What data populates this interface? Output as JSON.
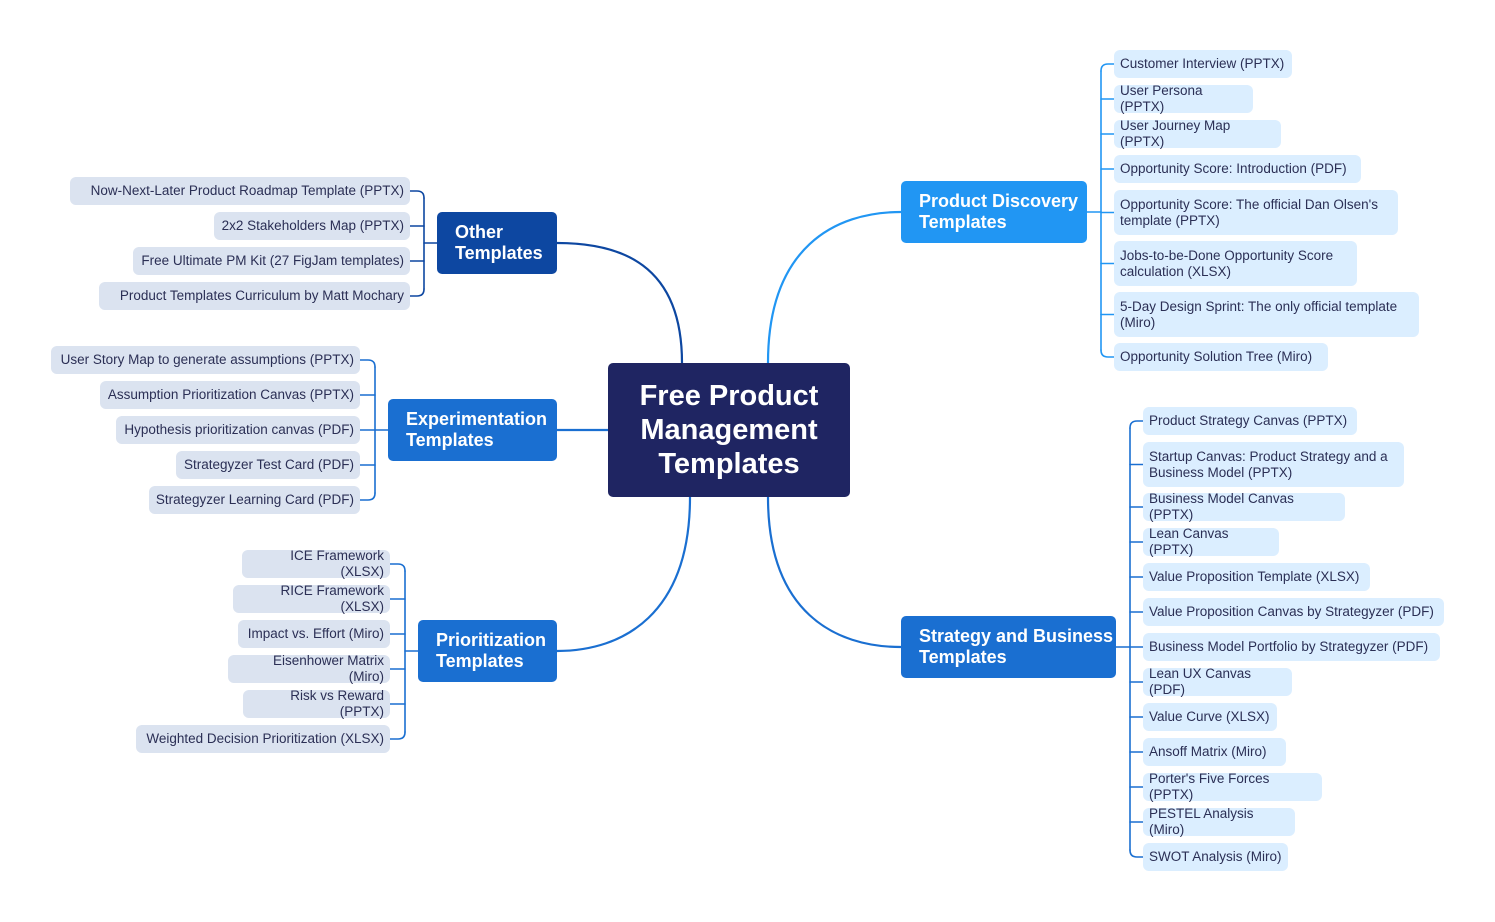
{
  "root": {
    "title": "Free Product\nManagement\nTemplates"
  },
  "colors": {
    "root": "#1f2562",
    "other": "#0d47a1",
    "medium": "#1a6fd1",
    "light": "#2196f3",
    "leaf_left": "#dbe3f0",
    "leaf_right": "#dbeeff"
  },
  "branches": [
    {
      "label": "Other\nTemplates",
      "items": [
        "Now-Next-Later Product Roadmap Template (PPTX)",
        "2x2 Stakeholders Map (PPTX)",
        "Free Ultimate PM Kit (27 FigJam templates)",
        "Product Templates Curriculum by Matt Mochary"
      ]
    },
    {
      "label": "Experimentation\nTemplates",
      "items": [
        "User Story Map to generate assumptions (PPTX)",
        "Assumption Prioritization Canvas (PPTX)",
        "Hypothesis prioritization canvas (PDF)",
        "Strategyzer Test Card (PDF)",
        "Strategyzer Learning Card (PDF)"
      ]
    },
    {
      "label": "Prioritization\nTemplates",
      "items": [
        "ICE Framework (XLSX)",
        "RICE Framework (XLSX)",
        "Impact vs. Effort (Miro)",
        "Eisenhower Matrix (Miro)",
        "Risk vs Reward (PPTX)",
        "Weighted Decision Prioritization (XLSX)"
      ]
    },
    {
      "label": "Product Discovery\nTemplates",
      "items": [
        "Customer Interview (PPTX)",
        "User Persona (PPTX)",
        "User Journey Map (PPTX)",
        "Opportunity Score: Introduction (PDF)",
        "Opportunity Score: The official Dan Olsen's\ntemplate (PPTX)",
        "Jobs-to-be-Done Opportunity Score\ncalculation (XLSX)",
        "5-Day Design Sprint: The only official template\n(Miro)",
        "Opportunity Solution Tree (Miro)"
      ]
    },
    {
      "label": "Strategy and Business\nTemplates",
      "items": [
        "Product Strategy Canvas (PPTX)",
        "Startup Canvas: Product Strategy and a\nBusiness Model (PPTX)",
        "Business Model Canvas (PPTX)",
        "Lean Canvas (PPTX)",
        "Value Proposition Template (XLSX)",
        "Value Proposition Canvas by Strategyzer (PDF)",
        "Business Model Portfolio by Strategyzer (PDF)",
        "Lean UX Canvas (PDF)",
        "Value Curve (XLSX)",
        "Ansoff Matrix (Miro)",
        "Porter's Five Forces (PPTX)",
        "PESTEL Analysis (Miro)",
        "SWOT Analysis (Miro)"
      ]
    }
  ]
}
